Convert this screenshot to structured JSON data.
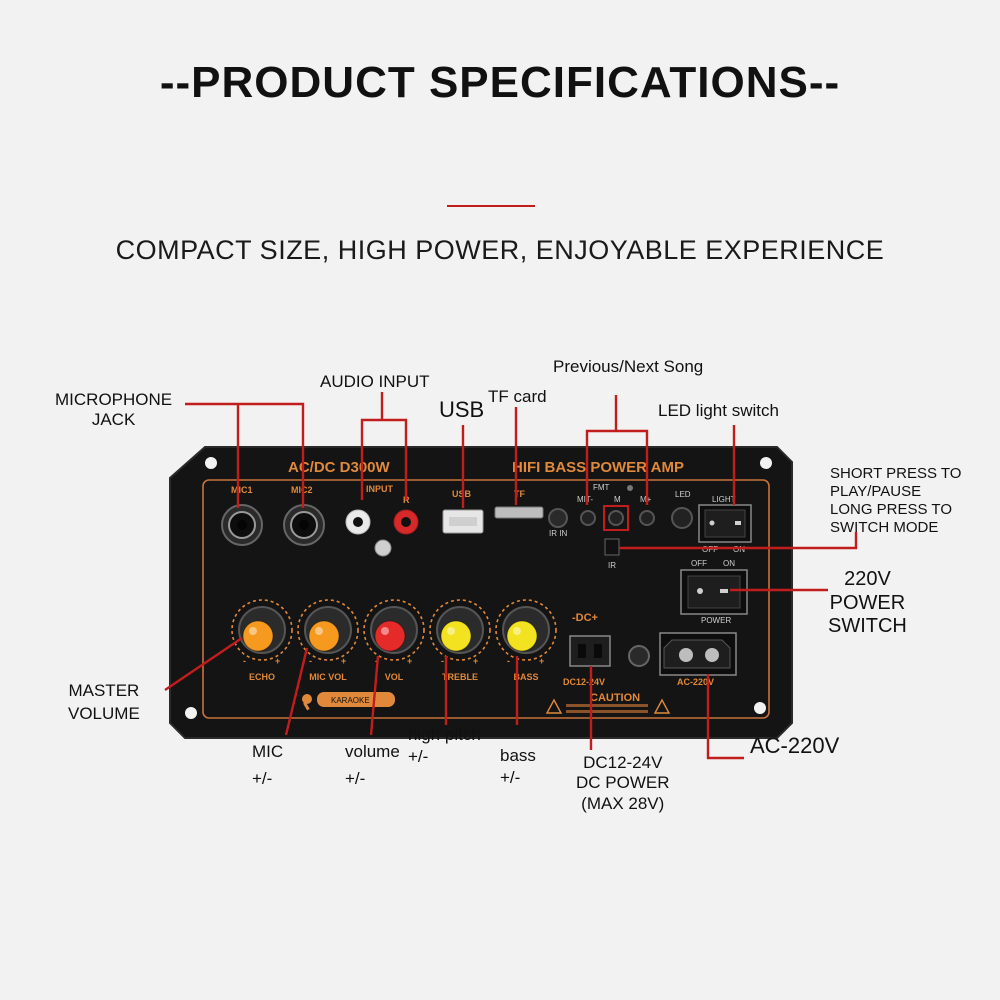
{
  "header": {
    "title": "--PRODUCT SPECIFICATIONS--",
    "subtitle": "COMPACT SIZE, HIGH POWER, ENJOYABLE EXPERIENCE"
  },
  "board": {
    "model_label": "AC/DC D300W",
    "brand_label": "HIFI BASS POWER AMP",
    "ports": {
      "mic1": "MIC1",
      "mic2": "MIC2",
      "input": "INPUT",
      "input_r": "R",
      "usb": "USB",
      "tf": "TF",
      "irin": "IR IN",
      "fmt": "FMT",
      "prev": "MIT-",
      "mode": "M",
      "next": "M+",
      "led": "LED",
      "light": "LIGHT",
      "ir": "IR",
      "off": "OFF",
      "on": "ON",
      "power": "POWER",
      "dc_mark": "-DC+",
      "dc_label": "DC12-24V",
      "ac_label": "AC-220V",
      "caution": "CAUTION",
      "karaoke": "KARAOKE"
    },
    "knobs": [
      {
        "label": "ECHO",
        "color": "#f59a1e"
      },
      {
        "label": "MIC VOL",
        "color": "#f59a1e"
      },
      {
        "label": "VOL",
        "color": "#e52a2a"
      },
      {
        "label": "TREBLE",
        "color": "#f2e21f"
      },
      {
        "label": "BASS",
        "color": "#f2e21f"
      }
    ],
    "knob_minus": "-",
    "knob_plus": "+"
  },
  "callouts": {
    "microphone_jack": "MICROPHONE\nJACK",
    "audio_input": "AUDIO INPUT",
    "usb": "USB",
    "tf_card": "TF card",
    "prev_next": "Previous/Next Song",
    "led_switch": "LED light switch",
    "short_press": "SHORT PRESS TO\nPLAY/PAUSE\nLONG PRESS TO\nSWITCH MODE",
    "power_switch": "220V\nPOWER\nSWITCH",
    "master_volume": "MASTER\nVOLUME",
    "mic": "MIC\n+/-",
    "volume": "volume\n+/-",
    "high_pitch": "high pitch\n+/-",
    "bass": "bass\n+/-",
    "dc_power": "DC12-24V\nDC POWER\n(MAX 28V)",
    "ac": "AC-220V"
  },
  "colors": {
    "accent_red": "#c21d1d",
    "board_black": "#141414",
    "silk_orange": "#e0893a"
  }
}
